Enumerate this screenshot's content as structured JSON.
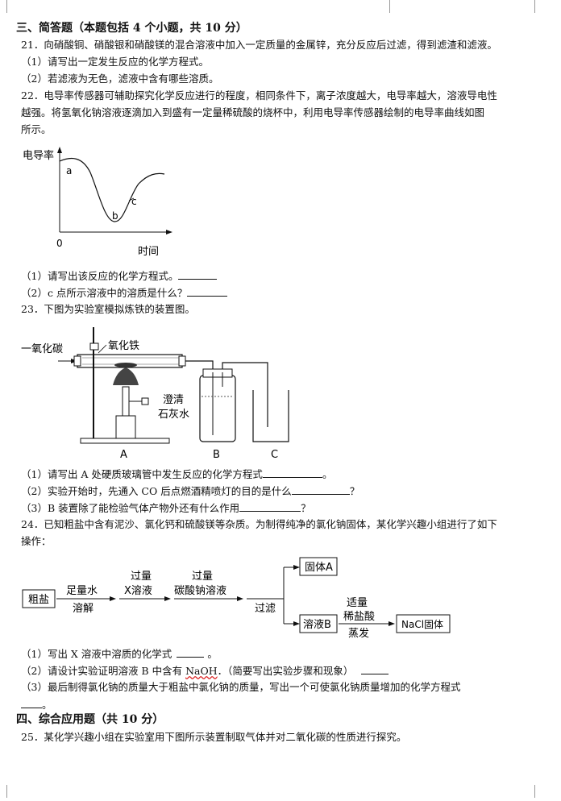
{
  "section3": {
    "title": "三、简答题（本题包括 4 个小题，共 10 分）"
  },
  "q21": {
    "stem": "21．向硝酸铜、硝酸银和硝酸镁的混合溶液中加入一定质量的金属锌，充分反应后过滤，得到滤渣和滤液。",
    "p1": "（1）请写出一定发生反应的化学方程式。",
    "p2": "（2）若滤液为无色，滤液中含有哪些溶质。"
  },
  "q22": {
    "stem1": "22．电导率传感器可辅助探究化学反应进行的程度，相同条件下，离子浓度越大，电导率越大，溶液导电性",
    "stem2": "越强。将氢氧化钠溶液逐滴加入到盛有一定量稀硫酸的烧杯中，利用电导率传感器绘制的电导率曲线如图",
    "stem3": "所示。",
    "chart": {
      "ylabel": "电导率",
      "xlabel": "时间",
      "origin": "0",
      "point_a": "a",
      "point_b": "b",
      "point_c": "c"
    },
    "p1": "（1）请写出该反应的化学方程式。",
    "p2": "（2）c 点所示溶液中的溶质是什么？"
  },
  "q23": {
    "stem": "23．下图为实验室模拟炼铁的装置图。",
    "labels": {
      "co": "一氧化碳",
      "fe2o3": "氧化铁",
      "limewater1": "澄清",
      "limewater2": "石灰水",
      "a": "A",
      "b": "B",
      "c": "C"
    },
    "p1": "（1）请写出 A 处硬质玻璃管中发生反应的化学方程式",
    "p1_end": "。",
    "p2": "（2）实验开始时，先通入 CO 后点燃酒精喷灯的目的是什么",
    "p2_end": "？",
    "p3": "（3）B 装置除了能检验气体产物外还有什么作用",
    "p3_end": "？"
  },
  "q24": {
    "stem1": "24．已知粗盐中含有泥沙、氯化钙和硫酸镁等杂质。为制得纯净的氯化钠固体，某化学兴趣小组进行了如下",
    "stem2": "操作：",
    "flow": {
      "crude_salt": "粗盐",
      "step1_top": "足量水",
      "step1_bottom": "溶解",
      "step2_top1": "过量",
      "step2_top2": "X溶液",
      "step3_top1": "过量",
      "step3_top2": "碳酸钠溶液",
      "filter": "过滤",
      "solid_a": "固体A",
      "solution_b": "溶液B",
      "step4_1": "适量",
      "step4_2": "稀盐酸",
      "step4_3": "蒸发",
      "nacl": "NaCl固体"
    },
    "p1": "（1）写出 X 溶液中溶质的化学式",
    "p1_end": "。",
    "p2a": "（2）请设计实验证明溶液 B 中含有 ",
    "p2_naoh": "NaOH",
    "p2b": "．（简要写出实验步骤和现象）",
    "p3": "（3）最后制得氯化钠的质量大于粗盐中氯化钠的质量，写出一个可使氯化钠质量增加的化学方程式",
    "p3_end": "。"
  },
  "section4": {
    "title": "四、综合应用题（共 10 分）"
  },
  "q25": {
    "stem": "25．某化学兴趣小组在实验室用下图所示装置制取气体并对二氧化碳的性质进行探究。"
  }
}
